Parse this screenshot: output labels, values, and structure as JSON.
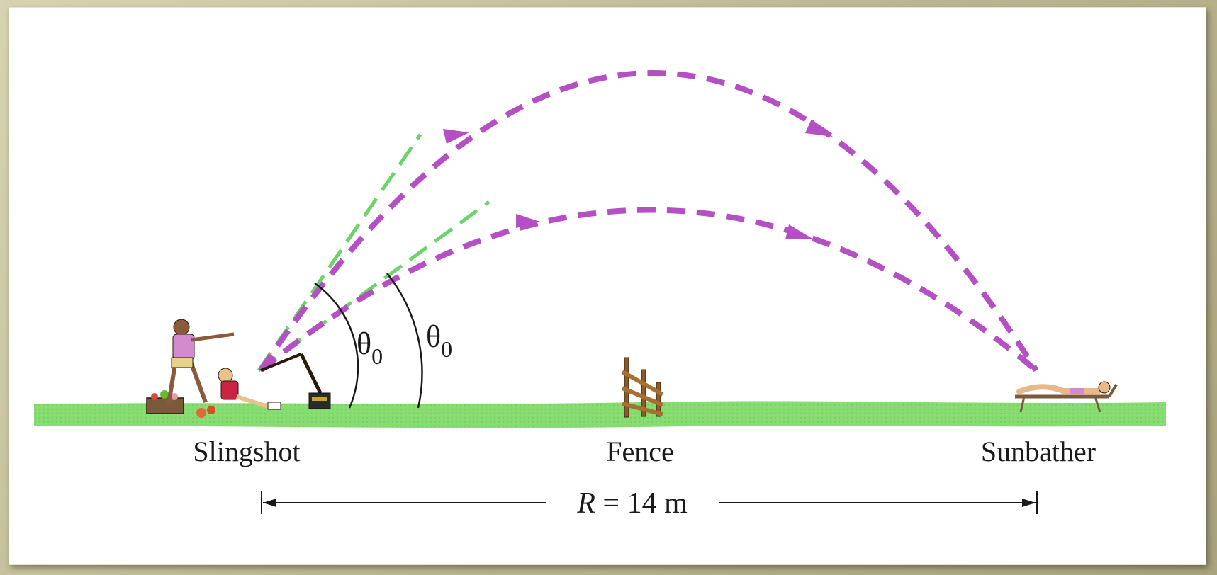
{
  "labels": {
    "slingshot": "Slingshot",
    "fence": "Fence",
    "sunbather": "Sunbather",
    "range_var": "R",
    "range_eq": " = 14 m",
    "theta_symbol": "θ",
    "theta_sub": "0"
  },
  "colors": {
    "trajectory": "#b44fc4",
    "launch_line": "#6cd36a",
    "ground": "#7ed66b",
    "ink": "#1a1a1a"
  }
}
